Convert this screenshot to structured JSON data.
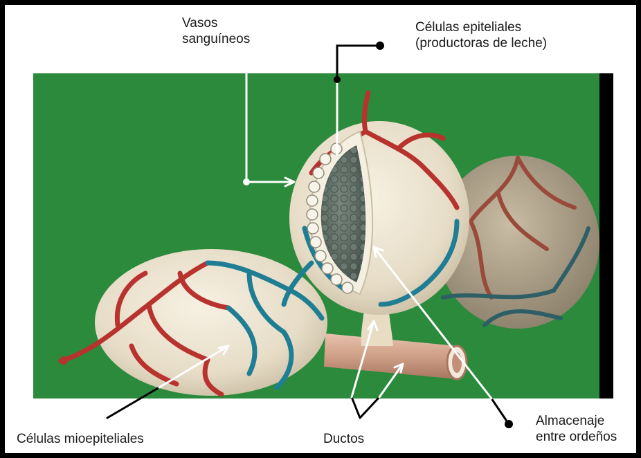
{
  "labels": {
    "vasos_sanguineos": [
      "Vasos",
      "sanguíneos"
    ],
    "celulas_epiteliales": [
      "Células epiteliales",
      "(productoras de leche)"
    ],
    "celulas_mioepiteliales": "Células mioepiteliales",
    "ductos": "Ductos",
    "almacenaje": [
      "Almacenaje",
      "entre ordeños"
    ]
  },
  "colors": {
    "background_panel": "#2b8a3c",
    "side_bar": "#000000",
    "artery": "#b8322e",
    "vein": "#1f7e94",
    "alveolus_tissue": "#ece3cf",
    "lumen": "#5e6e66",
    "duct": "#cf9f86",
    "leader_dark": "#000000",
    "leader_white": "#ffffff"
  }
}
